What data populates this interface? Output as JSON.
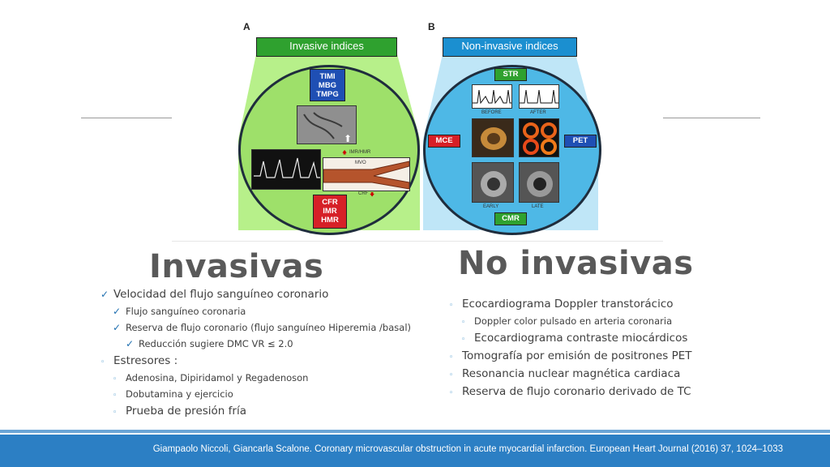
{
  "figure": {
    "panel_a_letter": "A",
    "panel_b_letter": "B",
    "panel_a_title": "Invasive indices",
    "panel_b_title": "Non-invasive indices",
    "panel_a_top_box": [
      "TIMI",
      "MBG",
      "TMPG"
    ],
    "panel_a_bottom_box": [
      "CFR",
      "IMR",
      "HMR"
    ],
    "imr_hmr_label": "IMR/HMR",
    "mvo_label": "MVO",
    "crf_label": "CRF",
    "str_label": "STR",
    "before_label": "BEFORE",
    "after_label": "AFTER",
    "mce_label": "MCE",
    "pet_label": "PET",
    "early_label": "EARLY",
    "late_label": "LATE",
    "cmr_label": "CMR",
    "colors": {
      "green_title": "#2fa12f",
      "blue_title": "#1b8fd0",
      "red_box": "#d62027",
      "navy_box": "#1f4fb4",
      "green_circle": "#9ee06a",
      "blue_circle": "#4eb8e6"
    }
  },
  "left": {
    "heading": "Invasivas",
    "items": [
      {
        "level": 1,
        "marker": "check",
        "text": "Velocidad del flujo sanguíneo coronario"
      },
      {
        "level": 2,
        "marker": "check",
        "text": "Flujo sanguíneo coronaria"
      },
      {
        "level": 2,
        "marker": "check",
        "text": "Reserva de flujo coronario  (flujo sanguíneo Hiperemia /basal)"
      },
      {
        "level": 3,
        "marker": "check",
        "text": "Reducción sugiere DMC VR ≤ 2.0"
      },
      {
        "level": 1,
        "marker": "circle",
        "text": "Estresores :"
      },
      {
        "level": 2,
        "marker": "circle",
        "text": "Adenosina, Dipiridamol y Regadenoson"
      },
      {
        "level": 2,
        "marker": "circle",
        "text": "Dobutamina y ejercicio"
      },
      {
        "level": 2,
        "marker": "circle",
        "text": "Prueba de presión fría"
      }
    ]
  },
  "right": {
    "heading": "No invasivas",
    "items": [
      {
        "level": 1,
        "text": "Ecocardiograma Doppler transtorácico"
      },
      {
        "level": 2,
        "text": "Doppler color pulsado en arteria coronaria"
      },
      {
        "level": 2,
        "text": "Ecocardiograma contraste miocárdicos"
      },
      {
        "level": 1,
        "text": "Tomografía por emisión de positrones PET"
      },
      {
        "level": 1,
        "text": "Resonancia nuclear magnética cardiaca"
      },
      {
        "level": 1,
        "text": "Reserva de flujo coronario derivado de TC"
      }
    ]
  },
  "footer": {
    "citation": "Giampaolo Niccoli, Giancarla Scalone. Coronary microvascular obstruction in acute myocardial infarction. European Heart Journal (2016) 37, 1024–1033"
  }
}
